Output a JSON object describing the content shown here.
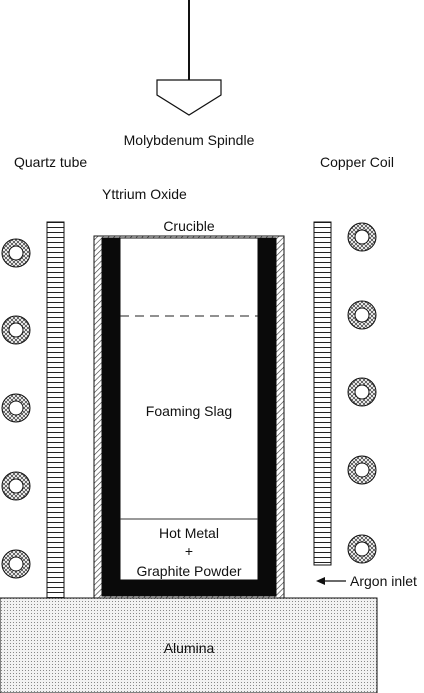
{
  "labels": {
    "spindle": "Molybdenum Spindle",
    "quartz": "Quartz tube",
    "coil": "Copper Coil",
    "yttrium": "Yttrium Oxide",
    "crucible": "Crucible",
    "slag": "Foaming Slag",
    "metal_line1": "Hot Metal",
    "metal_line2": "+",
    "metal_line3": "Graphite Powder",
    "argon": "Argon inlet",
    "alumina": "Alumina"
  },
  "colors": {
    "line": "#111111",
    "crucible": "#0a0a0a",
    "background": "#ffffff",
    "hatch": "#444444"
  }
}
